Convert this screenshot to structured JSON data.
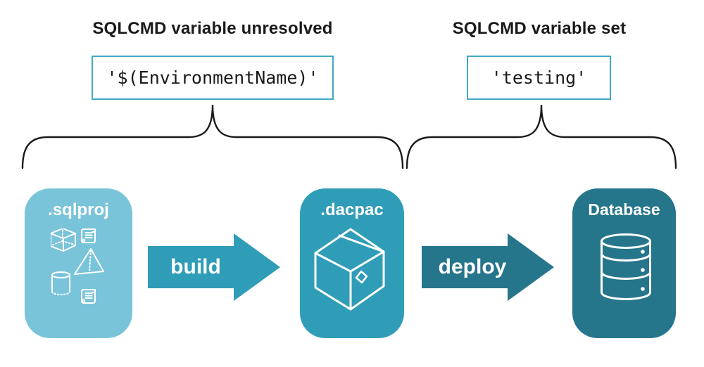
{
  "diagram": {
    "annotations": {
      "unresolved": {
        "title": "SQLCMD variable unresolved",
        "code": "'$(EnvironmentName)'"
      },
      "set": {
        "title": "SQLCMD variable set",
        "code": "'testing'"
      }
    },
    "stages": [
      {
        "label": ".sqlproj",
        "icon": "sql-objects-icon"
      },
      {
        "label": ".dacpac",
        "icon": "package-icon"
      },
      {
        "label": "Database",
        "icon": "database-cylinder-icon"
      }
    ],
    "arrows": [
      {
        "label": "build"
      },
      {
        "label": "deploy"
      }
    ]
  },
  "colors": {
    "sqlproj_fill": "#7ac4da",
    "dacpac_fill": "#2f9cb8",
    "database_fill": "#25758b",
    "code_box_border": "#42a8c4",
    "text": "#1a1a1a"
  }
}
